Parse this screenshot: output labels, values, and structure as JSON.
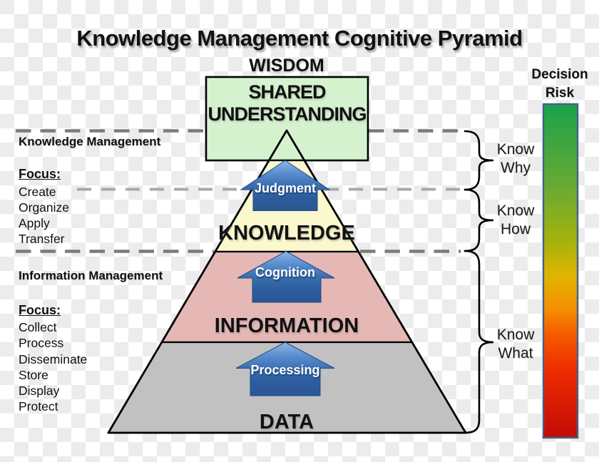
{
  "title": "Knowledge Management Cognitive Pyramid",
  "pyramid": {
    "apex_label": "WISDOM",
    "top_box_lines": [
      "SHARED",
      "UNDERSTANDING"
    ],
    "top_box_color": "#d5f2cf",
    "layers": [
      {
        "label": "KNOWLEDGE",
        "arrow_label": "Judgment",
        "color": "#fcf8cd"
      },
      {
        "label": "INFORMATION",
        "arrow_label": "Cognition",
        "color": "#e5b8b6"
      },
      {
        "label": "DATA",
        "arrow_label": "Processing",
        "color": "#c1c1c1"
      }
    ]
  },
  "left_panel": {
    "knowledge_management": {
      "heading": "Knowledge Management",
      "focus_label": "Focus:",
      "items": [
        "Create",
        "Organize",
        "Apply",
        "Transfer"
      ]
    },
    "information_management": {
      "heading": "Information Management",
      "focus_label": "Focus:",
      "items": [
        "Collect",
        "Process",
        "Disseminate",
        "Store",
        "Display",
        "Protect"
      ]
    }
  },
  "right_panel": {
    "risk_title_lines": [
      "Decision",
      "Risk"
    ],
    "risk_gradient_top_color": "#1aa24b",
    "risk_gradient_bottom_color": "#c30b06",
    "braces": [
      {
        "lines": [
          "Know",
          "Why"
        ]
      },
      {
        "lines": [
          "Know",
          "How"
        ]
      },
      {
        "lines": [
          "Know",
          "What"
        ]
      }
    ]
  },
  "colors": {
    "arrow_blue_top": "#8fb6e4",
    "arrow_blue_bottom": "#2b5693",
    "dashed_line_dark": "#7b7b7b",
    "dashed_line_light": "#a9a9a9",
    "pyramid_outline": "#000000"
  }
}
